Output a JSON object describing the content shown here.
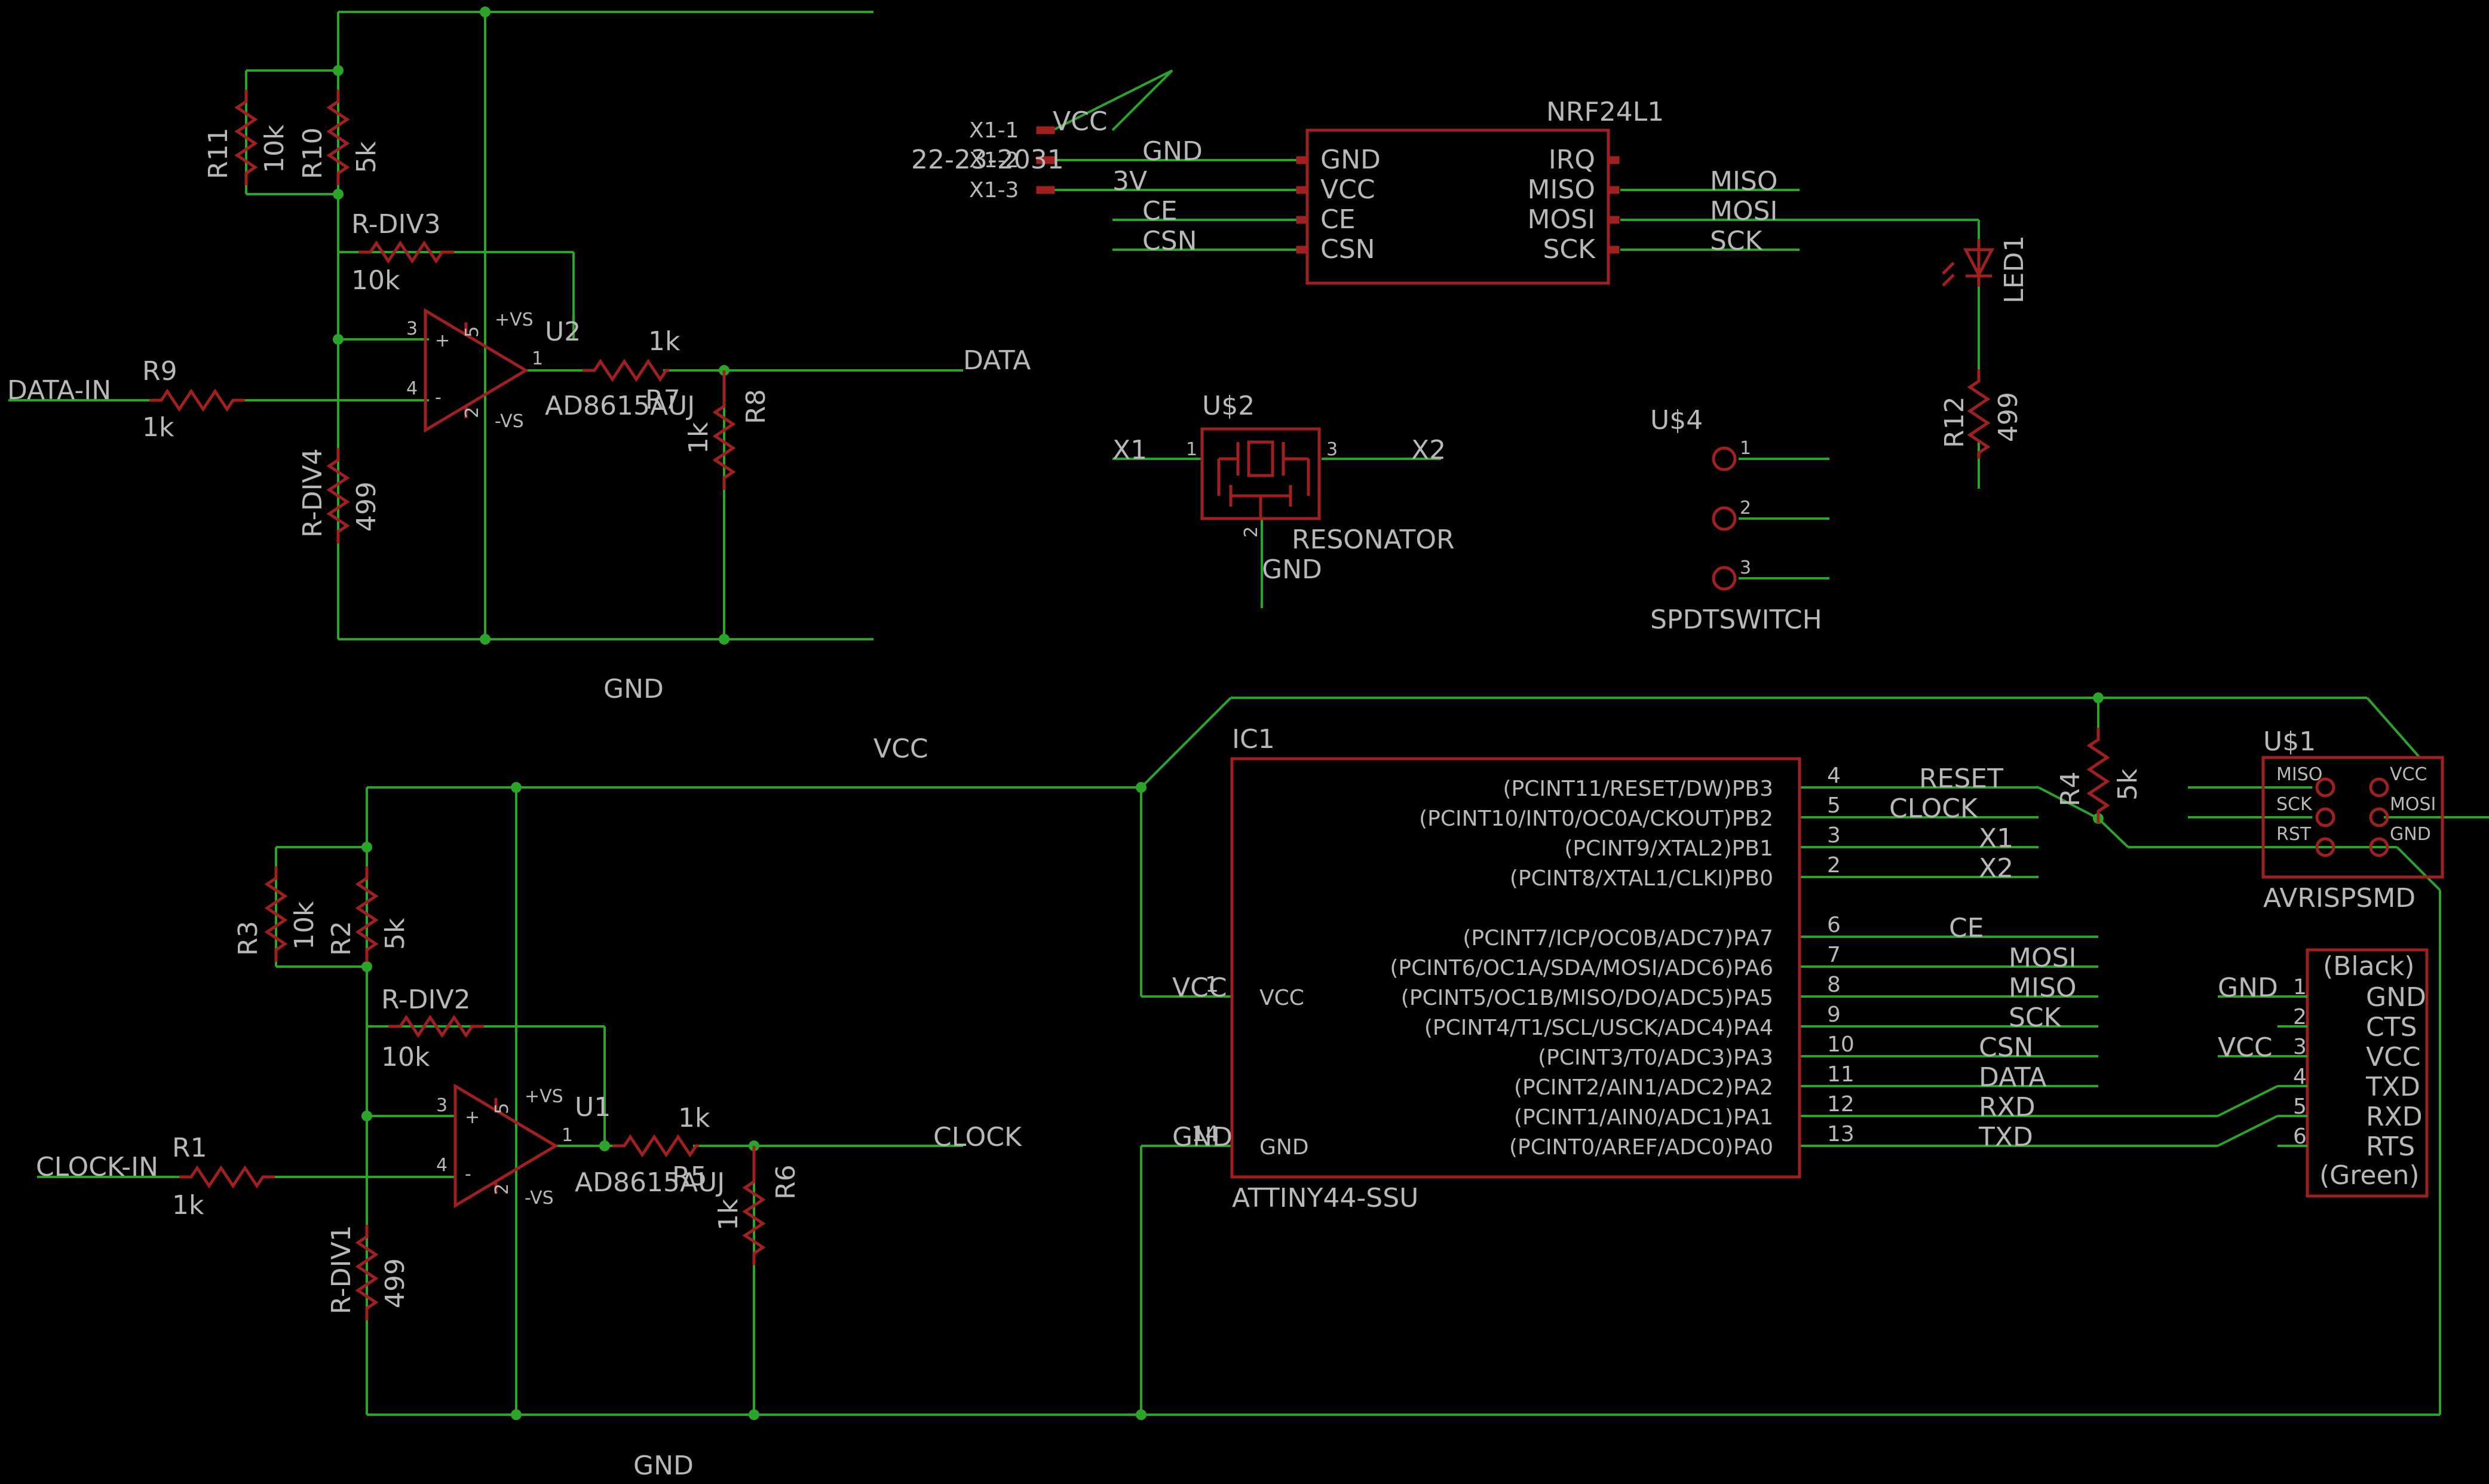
{
  "colors": {
    "background": "#000000",
    "wire": "#2aa52a",
    "part": "#a02020",
    "text": "#b8b8b8"
  },
  "nets": {
    "vcc": "VCC",
    "gnd": "GND",
    "data": "DATA",
    "clock": "CLOCK",
    "data_in": "DATA-IN",
    "clock_in": "CLOCK-IN",
    "three_v": "3V",
    "ce": "CE",
    "csn": "CSN",
    "miso": "MISO",
    "mosi": "MOSI",
    "sck": "SCK",
    "reset": "RESET",
    "x1": "X1",
    "x2": "X2",
    "rxd": "RXD",
    "txd": "TXD"
  },
  "parts": {
    "r11": {
      "name": "R11",
      "value": "10k"
    },
    "r10": {
      "name": "R10",
      "value": "5k"
    },
    "rdiv3": {
      "name": "R-DIV3",
      "value": "10k"
    },
    "rdiv4": {
      "name": "R-DIV4",
      "value": "499"
    },
    "r9": {
      "name": "R9",
      "value": "1k"
    },
    "r7": {
      "name": "R7",
      "value": "1k"
    },
    "r8": {
      "name": "R8",
      "value": "1k"
    },
    "u2": {
      "name": "U2",
      "value": "AD8615AUJ"
    },
    "r3": {
      "name": "R3",
      "value": "10k"
    },
    "r2": {
      "name": "R2",
      "value": "5k"
    },
    "rdiv2": {
      "name": "R-DIV2",
      "value": "10k"
    },
    "rdiv1": {
      "name": "R-DIV1",
      "value": "499"
    },
    "r1": {
      "name": "R1",
      "value": "1k"
    },
    "r5": {
      "name": "R5",
      "value": "1k"
    },
    "r6": {
      "name": "R6",
      "value": "1k"
    },
    "u1": {
      "name": "U1",
      "value": "AD8615AUJ"
    },
    "opamp_pins": {
      "vpos": "+VS",
      "vneg": "-VS",
      "plus": "+",
      "minus": "-",
      "p1": "1",
      "p2": "2",
      "p3": "3",
      "p4": "4",
      "p5": "5"
    },
    "x1": {
      "pins": [
        "X1-1",
        "X1-2",
        "X1-3"
      ],
      "value": "22-23-2031"
    },
    "nrf": {
      "name": "NRF24L1",
      "left": [
        "GND",
        "VCC",
        "CE",
        "CSN"
      ],
      "right": [
        "IRQ",
        "MISO",
        "MOSI",
        "SCK"
      ]
    },
    "led1": {
      "name": "LED1"
    },
    "r12": {
      "name": "R12",
      "value": "499"
    },
    "u2res": {
      "name": "U$2",
      "value": "RESONATOR",
      "pins": [
        "1",
        "2",
        "3"
      ]
    },
    "u4": {
      "name": "U$4",
      "value": "SPDTSWITCH",
      "pins": [
        "1",
        "2",
        "3"
      ]
    },
    "r4": {
      "name": "R4",
      "value": "5k"
    },
    "u1isp": {
      "name": "U$1",
      "value": "AVRISPSMD",
      "pins": [
        "MISO",
        "VCC",
        "SCK",
        "MOSI",
        "RST",
        "GND"
      ]
    },
    "ic1": {
      "name": "IC1",
      "value": "ATTINY44-SSU",
      "vcc": "VCC",
      "gnd": "GND",
      "pins": [
        {
          "num": "4",
          "label": "(PCINT11/RESET/DW)PB3"
        },
        {
          "num": "5",
          "label": "(PCINT10/INT0/OC0A/CKOUT)PB2"
        },
        {
          "num": "3",
          "label": "(PCINT9/XTAL2)PB1"
        },
        {
          "num": "2",
          "label": "(PCINT8/XTAL1/CLKI)PB0"
        },
        {
          "num": "6",
          "label": "(PCINT7/ICP/OC0B/ADC7)PA7"
        },
        {
          "num": "7",
          "label": "(PCINT6/OC1A/SDA/MOSI/ADC6)PA6"
        },
        {
          "num": "8",
          "label": "(PCINT5/OC1B/MISO/DO/ADC5)PA5"
        },
        {
          "num": "9",
          "label": "(PCINT4/T1/SCL/USCK/ADC4)PA4"
        },
        {
          "num": "10",
          "label": "(PCINT3/T0/ADC3)PA3"
        },
        {
          "num": "11",
          "label": "(PCINT2/AIN1/ADC2)PA2"
        },
        {
          "num": "12",
          "label": "(PCINT1/AIN0/ADC1)PA1"
        },
        {
          "num": "13",
          "label": "(PCINT0/AREF/ADC0)PA0"
        }
      ],
      "vcc_pin": "1",
      "gnd_pin": "14"
    },
    "ftdi": {
      "top": "(Black)",
      "bottom": "(Green)",
      "pins": [
        "GND",
        "CTS",
        "VCC",
        "TXD",
        "RXD",
        "RTS"
      ],
      "nums": [
        "1",
        "2",
        "3",
        "4",
        "5",
        "6"
      ]
    }
  }
}
